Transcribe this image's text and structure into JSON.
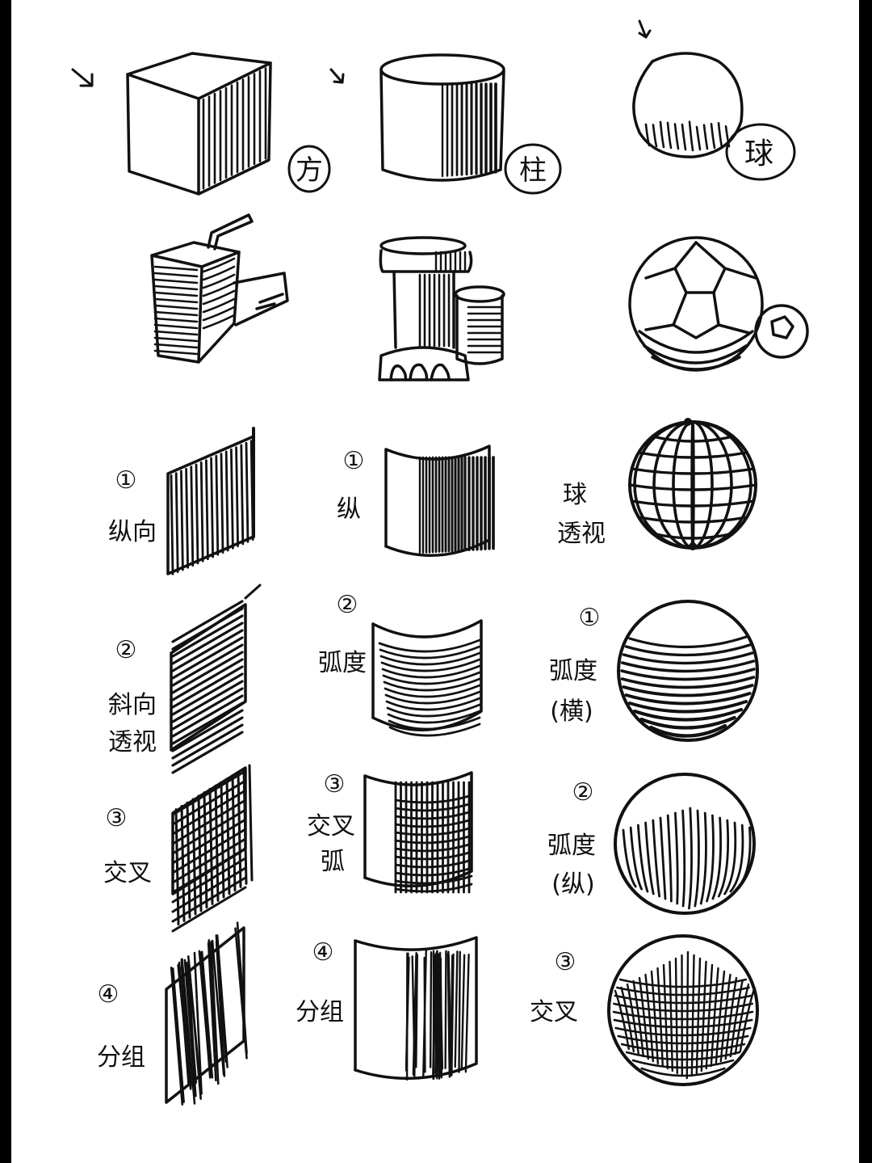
{
  "sheet": {
    "paper_color": "#ffffff",
    "ink_color": "#111111",
    "margin_color": "#000000"
  },
  "row1": {
    "box_label": "方",
    "cylinder_label": "柱",
    "sphere_label": "球"
  },
  "panels": {
    "flat": [
      {
        "num": "①",
        "text": [
          "纵向"
        ]
      },
      {
        "num": "②",
        "text": [
          "斜向",
          "透视"
        ]
      },
      {
        "num": "③",
        "text": [
          "交叉"
        ]
      },
      {
        "num": "④",
        "text": [
          "分组"
        ]
      }
    ],
    "curved": [
      {
        "num": "①",
        "text": [
          "纵"
        ]
      },
      {
        "num": "②",
        "text": [
          "弧度"
        ]
      },
      {
        "num": "③",
        "text": [
          "交叉",
          "弧"
        ]
      },
      {
        "num": "④",
        "text": [
          "分组"
        ]
      }
    ],
    "sphere": [
      {
        "num": "",
        "text": [
          "球",
          "透视"
        ]
      },
      {
        "num": "①",
        "text": [
          "弧度",
          "(横)"
        ]
      },
      {
        "num": "②",
        "text": [
          "弧度",
          "(纵)"
        ]
      },
      {
        "num": "③",
        "text": [
          "交叉"
        ]
      }
    ]
  }
}
